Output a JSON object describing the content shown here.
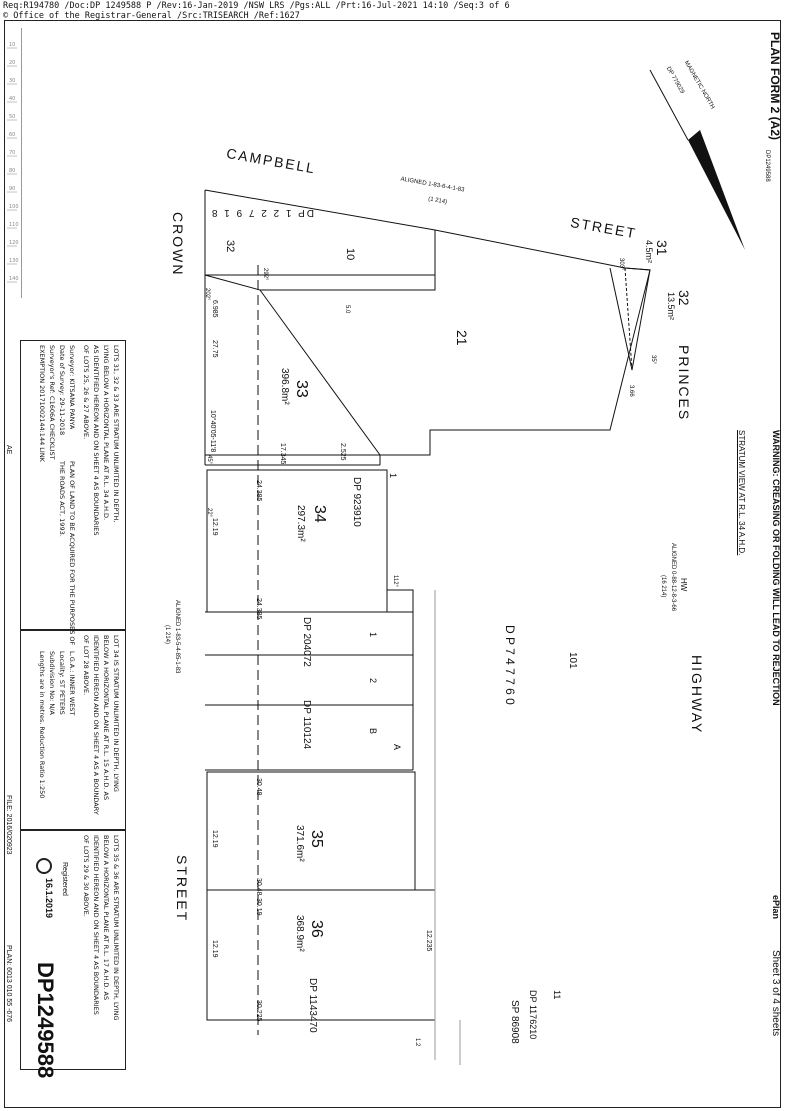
{
  "header": {
    "line1": "Req:R194780 /Doc:DP 1249588 P /Rev:16-Jan-2019 /NSW LRS /Pgs:ALL /Prt:16-Jul-2021 14:10 /Seq:3 of 6",
    "line2": "© Office of the Registrar-General /Src:TRISEARCH /Ref:1627"
  },
  "ruler": {
    "labels": [
      "10",
      "20",
      "30",
      "40",
      "50",
      "60",
      "70",
      "80",
      "90",
      "100",
      "110",
      "120",
      "130",
      "140"
    ]
  },
  "plan_form": {
    "title": "PLAN FORM 2 (A2)",
    "code": "DP1249588"
  },
  "warning": "WARNING: CREASING OR FOLDING WILL LEAD TO REJECTION",
  "eplan": "ePlan",
  "sheet": "Sheet 3 of 4 sheets",
  "plan_number": "DP1249588",
  "plan_ref": "PLAN: 6013 010 55 -676",
  "registered": {
    "label": "Registered",
    "date": "16.1.2019"
  },
  "file_ref": "FILE: 2016/020923",
  "ae": "AE",
  "notes": {
    "lots_31_33": [
      "LOTS 31, 32 & 33 ARE STRATUM UNLIMITED IN DEPTH,",
      "LYING BELOW A HORIZONTAL PLANE AT R.L. 34 A.H.D.",
      "AS IDENTIFIED HEREON AND ON SHEET 4 AS BOUNDARIES",
      "OF LOTS 25, 26 & 27 ABOVE."
    ],
    "lot_34": [
      "LOT 34 IS STRATUM UNLIMITED IN DEPTH, LYING",
      "BELOW A HORIZONTAL PLANE AT R.L. 15 A.H.D. AS",
      "IDENTIFIED HEREON AND ON SHEET 4 AS A BOUNDARY",
      "OF LOT 28 ABOVE."
    ],
    "lots_35_36": [
      "LOTS 35 & 36 ARE STRATUM UNLIMITED IN DEPTH, LYING",
      "BELOW A HORIZONTAL PLANE AT R.L. 17 A.H.D. AS",
      "IDENTIFIED HEREON AND ON SHEET 4 AS BOUNDARIES",
      "OF LOTS 29 & 30 ABOVE."
    ]
  },
  "survey": [
    "Surveyor: KITSANA PANYA",
    "Date of Survey: 29-11-2018",
    "Surveyor's Ref: C1606A CHECKLIST",
    "EXEMPTION 20171002144:144 LINK"
  ],
  "purpose": [
    "PLAN OF LAND TO BE ACQUIRED FOR THE PURPOSES OF",
    "THE ROADS ACT, 1993."
  ],
  "lga": [
    "L.G.A.: INNER WEST",
    "Locality: ST PETERS",
    "Subdivision No: N/A",
    "Lengths are in metres. Reduction Ratio 1:250"
  ],
  "streets": {
    "campbell": "CAMPBELL",
    "street1": "STREET",
    "crown": "CROWN",
    "street2": "STREET",
    "princes": "PRINCES",
    "highway": "HIGHWAY"
  },
  "magnetic_north": {
    "label": "MAGNETIC NORTH",
    "ref": "DP 779029"
  },
  "stratum": {
    "label": "STRATUM VIEW AT R.L. 34 A.H.D.",
    "hw": "HW",
    "aligned": "ALIGNED 0-88-12-8-3-66",
    "aligned_sub": "(16 214)"
  },
  "aligned_top": {
    "text": "ALIGNED 1-83-6-4-1-83",
    "sub": "(1 214)"
  },
  "aligned_mid": {
    "text": "ALIGNED 1-83-5-4-85-1-83",
    "sub": "(1 214)"
  },
  "lots": {
    "l31": "31",
    "l31_area": "4.5m²",
    "l32": "32",
    "l32_area": "13.5m²",
    "l21": "21",
    "l10": "10",
    "l33": "33",
    "l33_area": "396.8m²",
    "l34": "34",
    "l34_area": "297.3m²",
    "l35": "35",
    "l35_area": "371.6m²",
    "l36": "36",
    "l36_area": "368.9m²",
    "l32_top": "32",
    "l101": "101",
    "l1": "1",
    "l2": "2",
    "lB": "B",
    "lA": "A",
    "l1b": "1"
  },
  "deposited_plans": {
    "dp12": "DP 1 2 2 7 9 1 8",
    "dp923": "DP 923910",
    "dp204": "DP 204072",
    "dp110": "DP 110124",
    "dp747": "D P   7 4 7 7 6 0",
    "dp1143": "DP 1143470",
    "dp1176": "DP 1176210",
    "sp": "SP 86908",
    "ll": "11"
  },
  "dims": [
    "6.985",
    "27.75",
    "10°40'05-11'8",
    "17.345",
    "2.525",
    "24.385",
    "12.19",
    "24.385",
    "30.48",
    "30.48",
    "30.19",
    "12.19",
    "12.235",
    "30.225",
    "12.19",
    "3.66",
    "303°",
    "202°",
    "292°",
    "22°",
    "112°",
    "45°",
    "5.0",
    "35°",
    "1.2"
  ]
}
